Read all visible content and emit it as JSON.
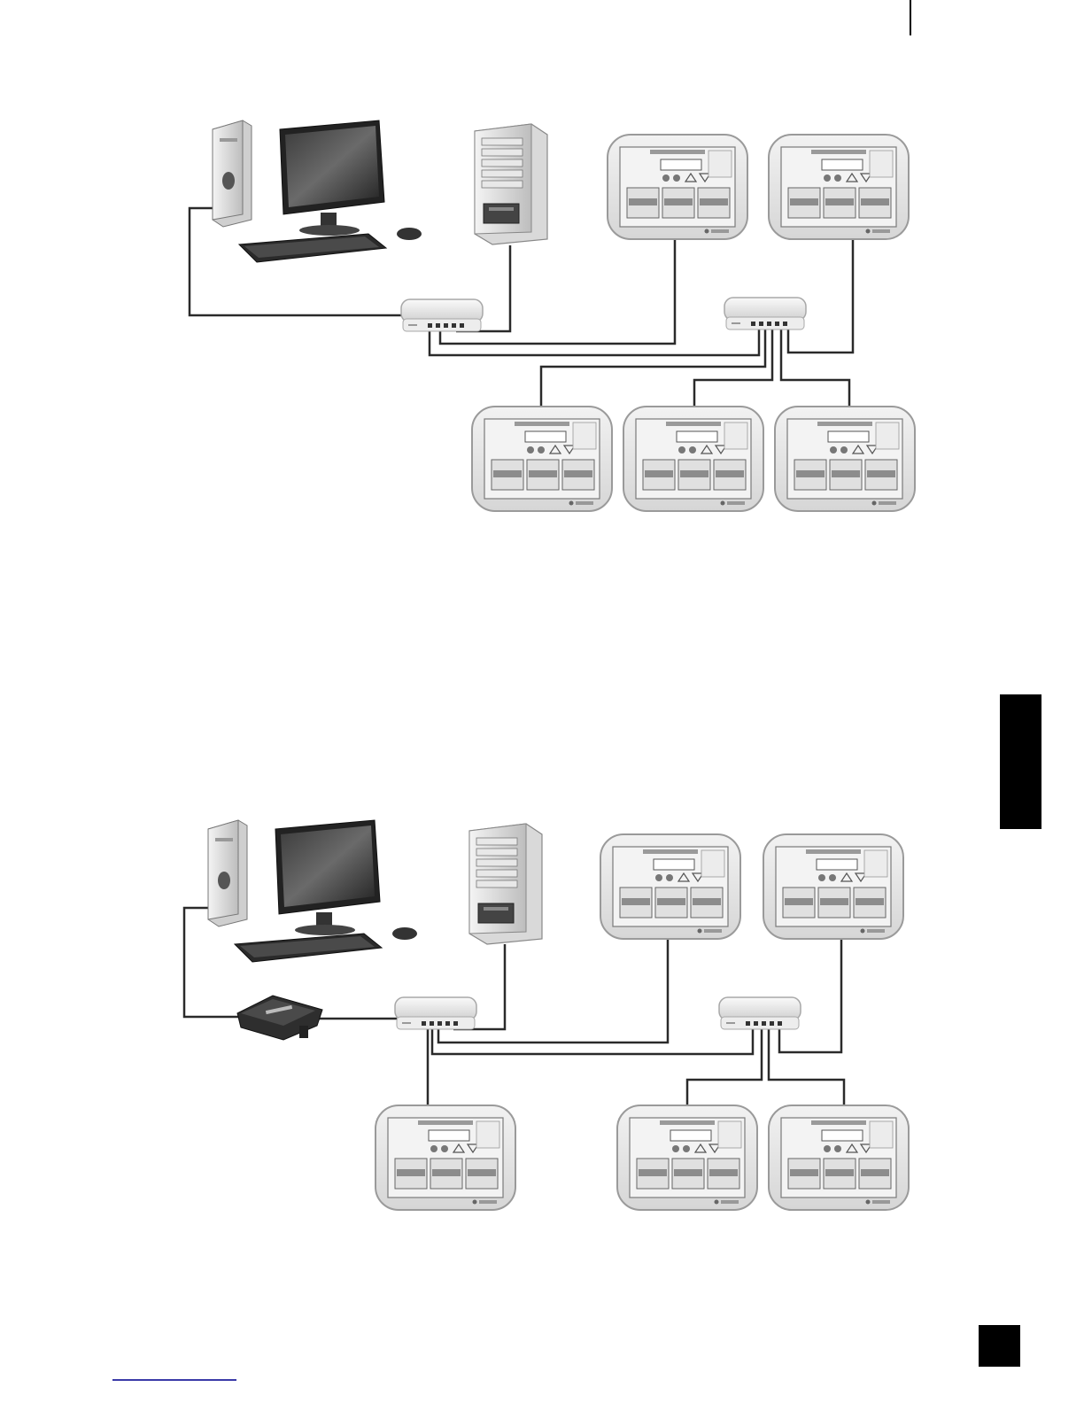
{
  "page": {
    "background": "#ffffff",
    "line_color": "#2a2a2a",
    "panel_fill": "#e6e6e6",
    "panel_screen_fill": "#f1f1f1",
    "link_color": "#3a3aa8"
  },
  "diagrams": [
    {
      "name": "network-diagram-top",
      "devices": [
        "workstation",
        "server-tower",
        "switch",
        "switch",
        "touch-panel",
        "touch-panel",
        "touch-panel",
        "touch-panel",
        "touch-panel"
      ],
      "has_router": false
    },
    {
      "name": "network-diagram-bottom",
      "devices": [
        "workstation",
        "router",
        "server-tower",
        "switch",
        "switch",
        "touch-panel",
        "touch-panel",
        "touch-panel",
        "touch-panel",
        "touch-panel"
      ],
      "has_router": true
    }
  ]
}
